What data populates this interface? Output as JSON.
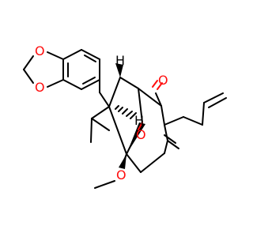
{
  "molecule": {
    "atoms": [
      {
        "id": "o1",
        "element": "O",
        "label": "O"
      },
      {
        "id": "o2",
        "element": "O",
        "label": "O"
      },
      {
        "id": "o_ketone",
        "element": "O",
        "label": "O"
      },
      {
        "id": "o_bridge",
        "element": "O",
        "label": "O"
      },
      {
        "id": "o_methoxy",
        "element": "O",
        "label": "O"
      },
      {
        "id": "h_top",
        "element": "H",
        "label": "H"
      },
      {
        "id": "h_mid",
        "element": "H",
        "label": "H"
      }
    ],
    "colors": {
      "oxygen": "#ff0d0d",
      "carbon": "#000000",
      "background": "#ffffff"
    }
  }
}
